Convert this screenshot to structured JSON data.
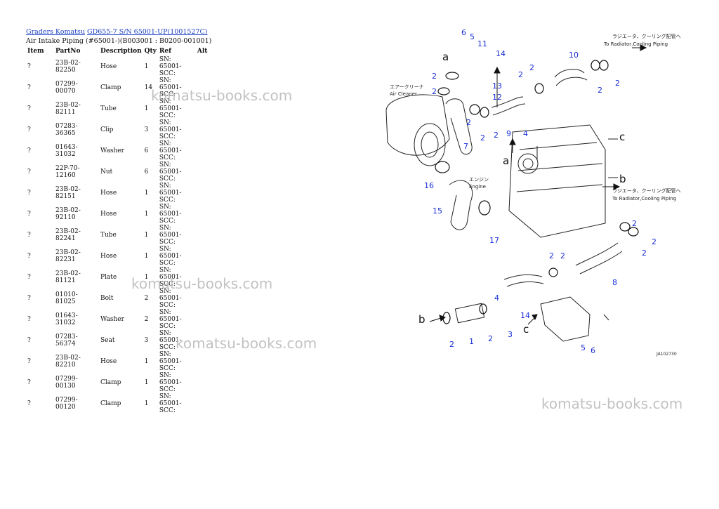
{
  "breadcrumb": {
    "link1": "Graders Komatsu",
    "link2": "GD655-7 S/N 65001-UP(1001527C)"
  },
  "subtitle": "Air Intake Piping (#65001-)(B003001 : B0200-001001)",
  "table": {
    "headers": [
      "Item",
      "PartNo",
      "Description",
      "Qty",
      "Ref",
      "Alt"
    ],
    "rows": [
      {
        "item": "?",
        "part": "23B-02-82250",
        "desc": "Hose",
        "qty": "1",
        "ref": "SN: 65001-SCC:"
      },
      {
        "item": "?",
        "part": "07299-00070",
        "desc": "Clamp",
        "qty": "14",
        "ref": "SN: 65001-SCC:"
      },
      {
        "item": "?",
        "part": "23B-02-82111",
        "desc": "Tube",
        "qty": "1",
        "ref": "SN: 65001-SCC:"
      },
      {
        "item": "?",
        "part": "07283-36365",
        "desc": "Clip",
        "qty": "3",
        "ref": "SN: 65001-SCC:"
      },
      {
        "item": "?",
        "part": "01643-31032",
        "desc": "Washer",
        "qty": "6",
        "ref": "SN: 65001-SCC:"
      },
      {
        "item": "?",
        "part": "22P-70-12160",
        "desc": "Nut",
        "qty": "6",
        "ref": "SN: 65001-SCC:"
      },
      {
        "item": "?",
        "part": "23B-02-82151",
        "desc": "Hose",
        "qty": "1",
        "ref": "SN: 65001-SCC:"
      },
      {
        "item": "?",
        "part": "23B-02-92110",
        "desc": "Hose",
        "qty": "1",
        "ref": "SN: 65001-SCC:"
      },
      {
        "item": "?",
        "part": "23B-02-82241",
        "desc": "Tube",
        "qty": "1",
        "ref": "SN: 65001-SCC:"
      },
      {
        "item": "?",
        "part": "23B-02-82231",
        "desc": "Hose",
        "qty": "1",
        "ref": "SN: 65001-SCC:"
      },
      {
        "item": "?",
        "part": "23B-02-81121",
        "desc": "Plate",
        "qty": "1",
        "ref": "SN: 65001-SCC:"
      },
      {
        "item": "?",
        "part": "01010-81025",
        "desc": "Bolt",
        "qty": "2",
        "ref": "SN: 65001-SCC:"
      },
      {
        "item": "?",
        "part": "01643-31032",
        "desc": "Washer",
        "qty": "2",
        "ref": "SN: 65001-SCC:"
      },
      {
        "item": "?",
        "part": "07283-56374",
        "desc": "Seat",
        "qty": "3",
        "ref": "SN: 65001-SCC:"
      },
      {
        "item": "?",
        "part": "23B-02-82210",
        "desc": "Hose",
        "qty": "1",
        "ref": "SN: 65001-SCC:"
      },
      {
        "item": "?",
        "part": "07299-00130",
        "desc": "Clamp",
        "qty": "1",
        "ref": "SN: 65001-SCC:"
      },
      {
        "item": "?",
        "part": "07299-00120",
        "desc": "Clamp",
        "qty": "1",
        "ref": "SN: 65001-SCC:"
      }
    ]
  },
  "watermark": "komatsu-books.com",
  "diagram": {
    "air_cleaner_jp": "エアークリーナ",
    "air_cleaner": "Air Cleaner",
    "engine_jp": "エンジン",
    "engine": "Engine",
    "radiator_jp": "ラジエータ、クーリング配管へ",
    "radiator": "To Radiator,Cooling Piping",
    "drawing_no": "JA102730",
    "letters": {
      "a": "a",
      "b": "b",
      "c": "c"
    },
    "callouts": [
      "1",
      "2",
      "3",
      "4",
      "5",
      "6",
      "7",
      "8",
      "9",
      "10",
      "11",
      "12",
      "13",
      "14",
      "15",
      "16",
      "17"
    ]
  },
  "colors": {
    "link": "#1a3fc4",
    "callout": "#1a2fd6",
    "watermark": "#b8b8b8"
  }
}
